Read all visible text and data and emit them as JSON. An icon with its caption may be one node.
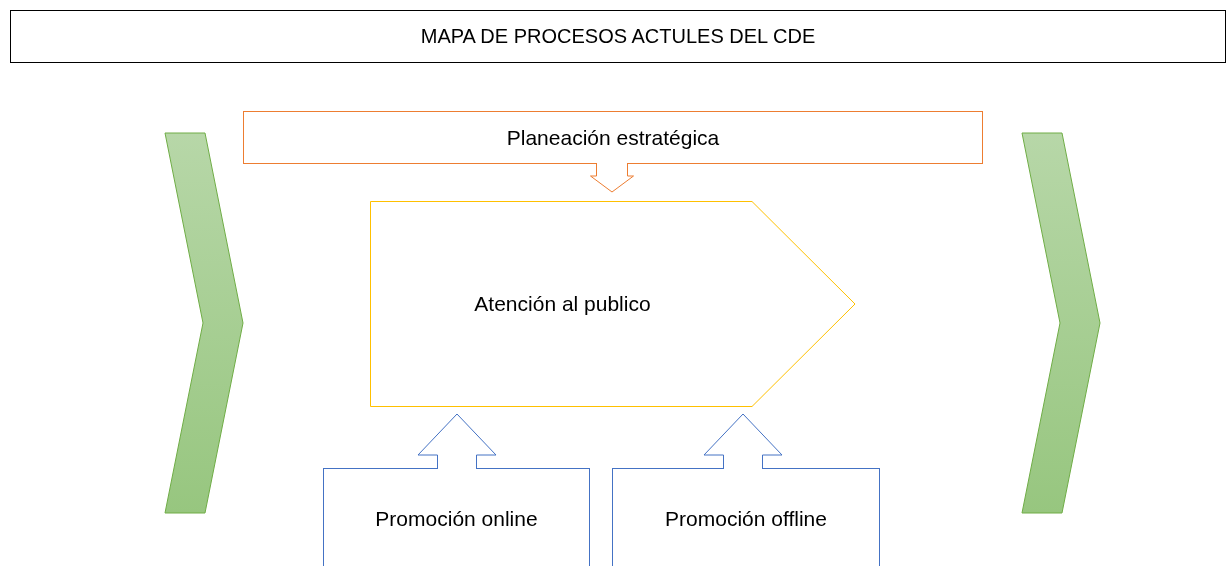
{
  "diagram": {
    "title": "MAPA DE PROCESOS ACTULES DEL CDE",
    "nodes": [
      {
        "text": [
          "Planeación estratégica"
        ]
      },
      {
        "text": [
          "Atención al publico"
        ]
      },
      {
        "text": [
          "Promoción online"
        ]
      },
      {
        "text": [
          "Promoción offline"
        ]
      },
      {
        "text": [],
        "shape": "chevron"
      },
      {
        "text": [],
        "shape": "chevron"
      }
    ],
    "edges": [
      {
        "from": 0,
        "to": 1,
        "arrow": "to",
        "color": "#ed7d31"
      },
      {
        "from": 2,
        "to": 1,
        "arrow": "to"
      },
      {
        "from": 3,
        "to": 1,
        "arrow": "to"
      }
    ]
  }
}
